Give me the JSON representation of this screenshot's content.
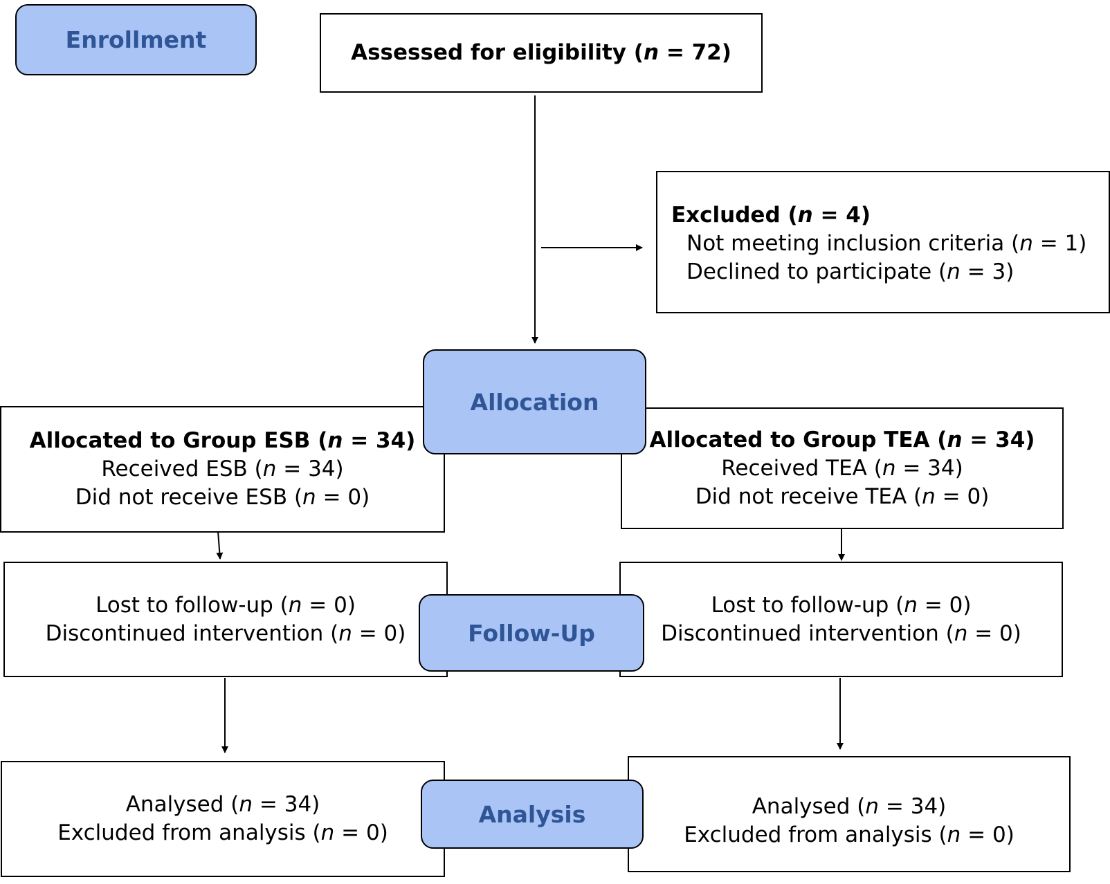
{
  "stages": {
    "enrollment": "Enrollment",
    "allocation": "Allocation",
    "follow_up": "Follow-Up",
    "analysis": "Analysis"
  },
  "assessed": {
    "prefix": "Assessed for eligibility (",
    "n": "n",
    "suffix": " = 72)"
  },
  "excluded": {
    "title": {
      "prefix": "Excluded (",
      "n": "n",
      "suffix": " = 4)"
    },
    "items": [
      {
        "prefix": "Not meeting inclusion criteria (",
        "n": "n",
        "suffix": " = 1)"
      },
      {
        "prefix": "Declined to participate (",
        "n": "n",
        "suffix": " = 3)"
      }
    ]
  },
  "esb": {
    "allocated": {
      "prefix": "Allocated to Group ESB (",
      "n": "n",
      "suffix": " = 34)"
    },
    "received": {
      "prefix": "Received ESB (",
      "n": "n",
      "suffix": " = 34)"
    },
    "not_received": {
      "prefix": "Did not receive ESB (",
      "n": "n",
      "suffix": " = 0)"
    },
    "lost": {
      "prefix": "Lost to follow-up (",
      "n": "n",
      "suffix": " = 0)"
    },
    "discontinued": {
      "prefix": "Discontinued intervention (",
      "n": "n",
      "suffix": " = 0)"
    },
    "analysed": {
      "prefix": "Analysed (",
      "n": "n",
      "suffix": " = 34)"
    },
    "excluded_analysis": {
      "prefix": "Excluded from analysis (",
      "n": "n",
      "suffix": " = 0)"
    }
  },
  "tea": {
    "allocated": {
      "prefix": "Allocated to Group TEA (",
      "n": "n",
      "suffix": " = 34)"
    },
    "received": {
      "prefix": "Received TEA (",
      "n": "n",
      "suffix": " = 34)"
    },
    "not_received": {
      "prefix": "Did not receive TEA (",
      "n": "n",
      "suffix": " = 0)"
    },
    "lost": {
      "prefix": "Lost to follow-up (",
      "n": "n",
      "suffix": " = 0)"
    },
    "discontinued": {
      "prefix": "Discontinued intervention (",
      "n": "n",
      "suffix": " = 0)"
    },
    "analysed": {
      "prefix": "Analysed (",
      "n": "n",
      "suffix": " = 34)"
    },
    "excluded_analysis": {
      "prefix": "Excluded from analysis (",
      "n": "n",
      "suffix": " = 0)"
    }
  },
  "colors": {
    "stage_fill": "#a9c4f5",
    "stage_text": "#2f5597",
    "border": "#000000"
  }
}
